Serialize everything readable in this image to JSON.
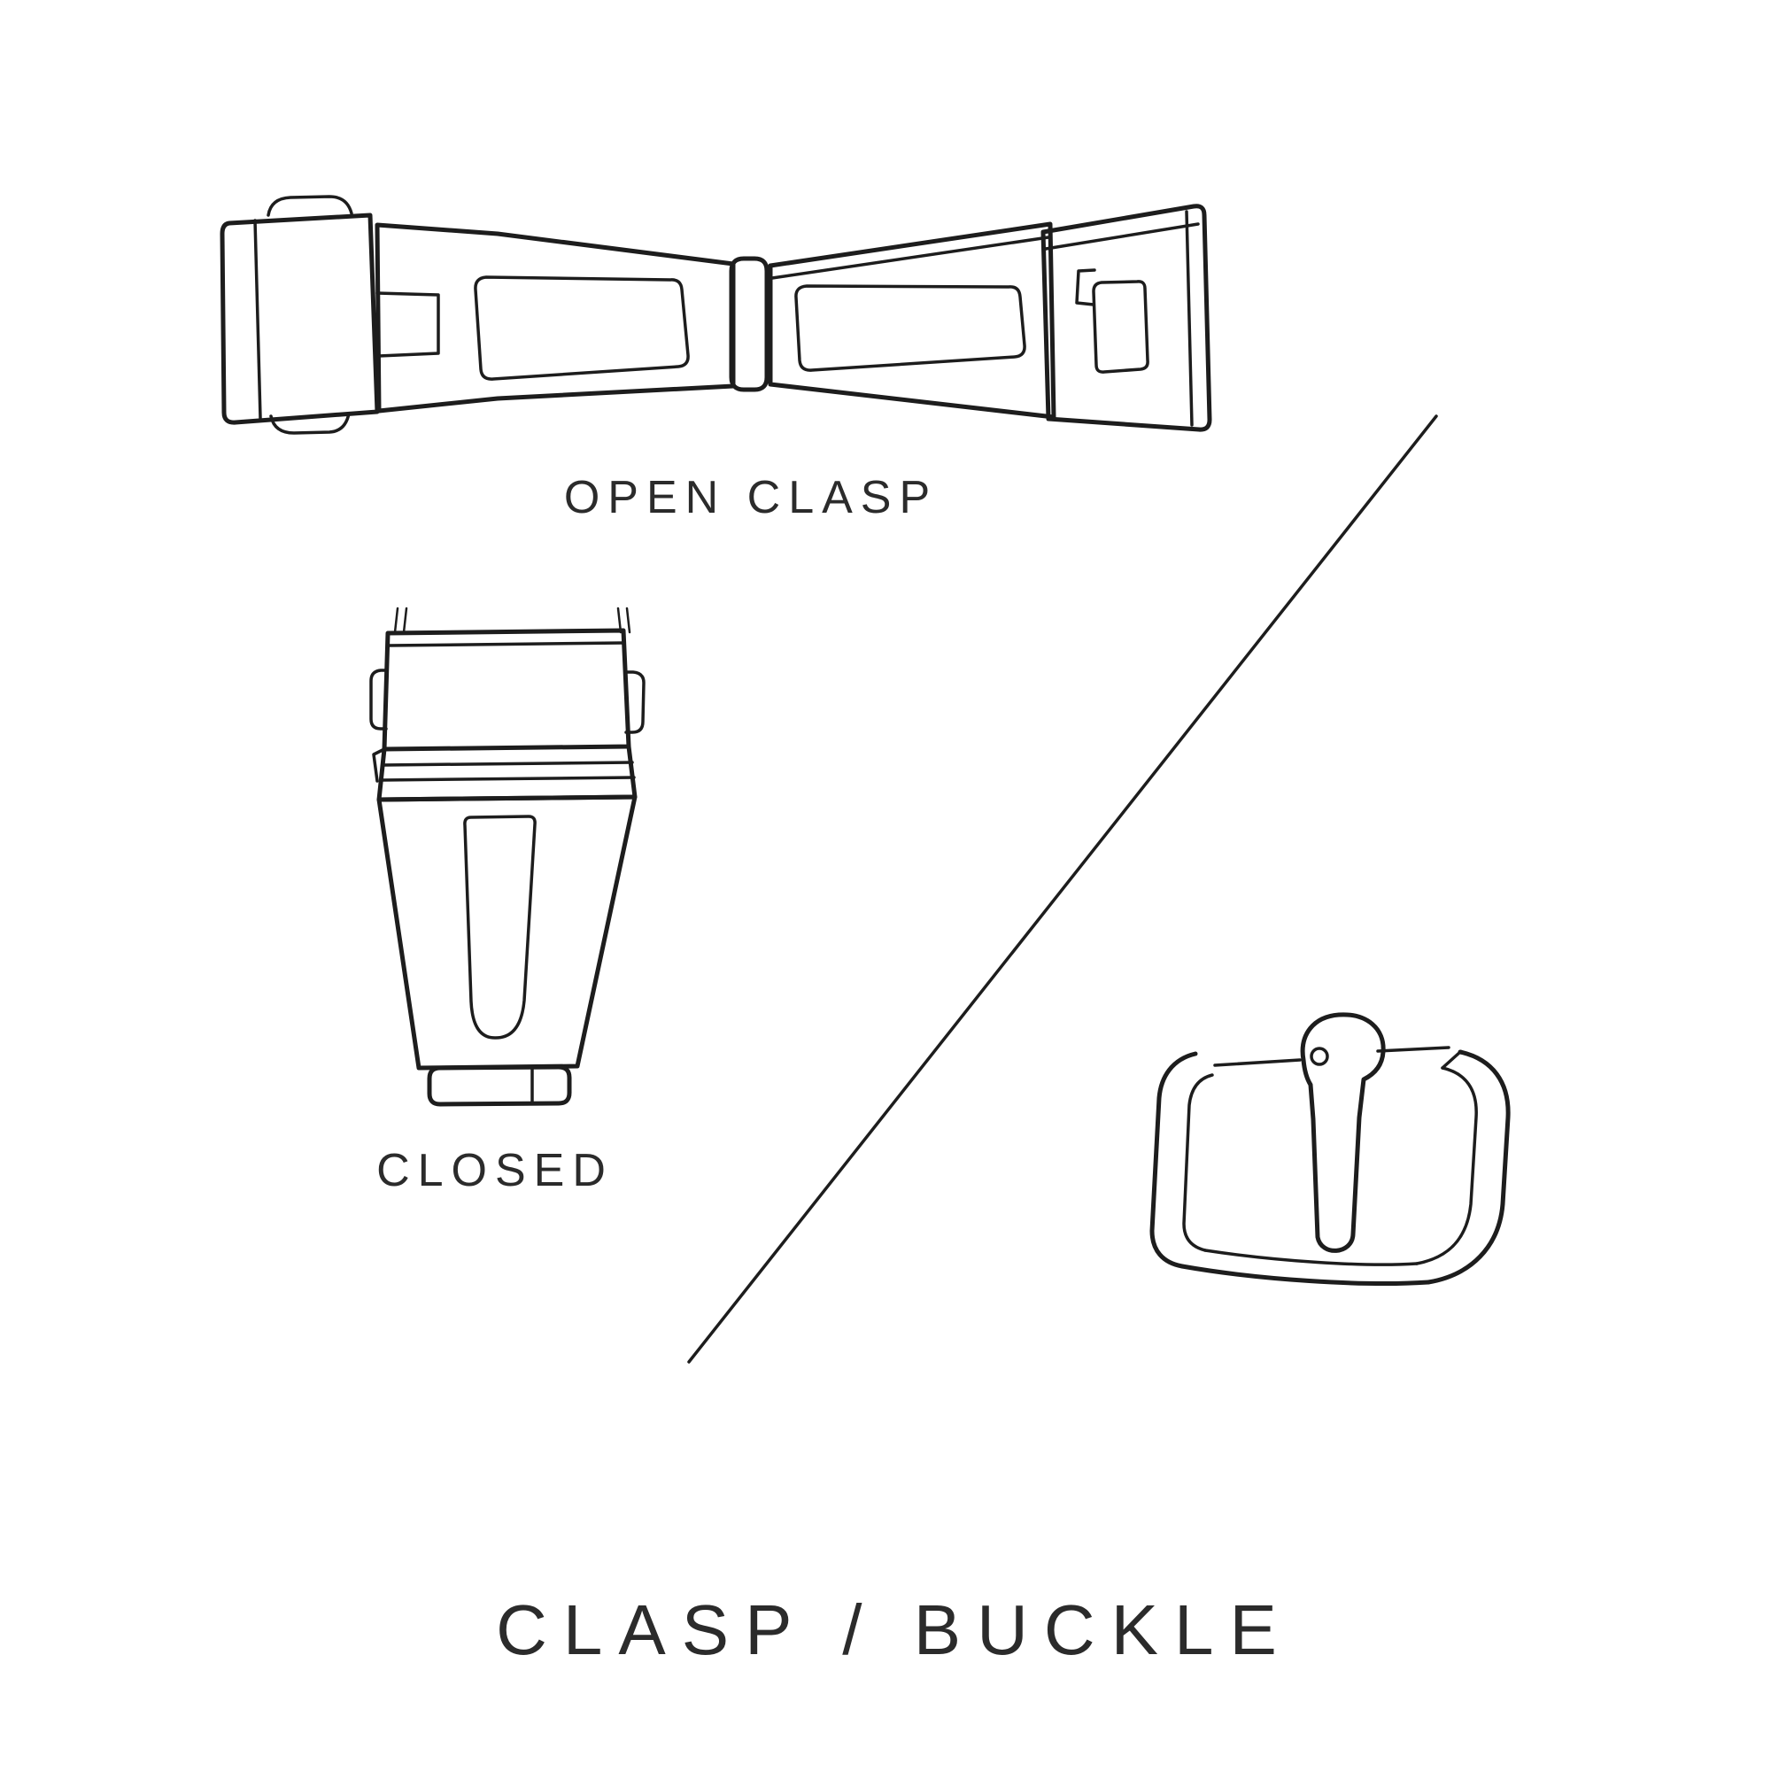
{
  "page": {
    "background_color": "#ffffff",
    "line_color": "#1d1d1d",
    "text_color": "#2b2b2b"
  },
  "diagram": {
    "open_clasp_label": "OPEN CLASP",
    "closed_label": "CLOSED",
    "title": "CLASP / BUCKLE"
  }
}
